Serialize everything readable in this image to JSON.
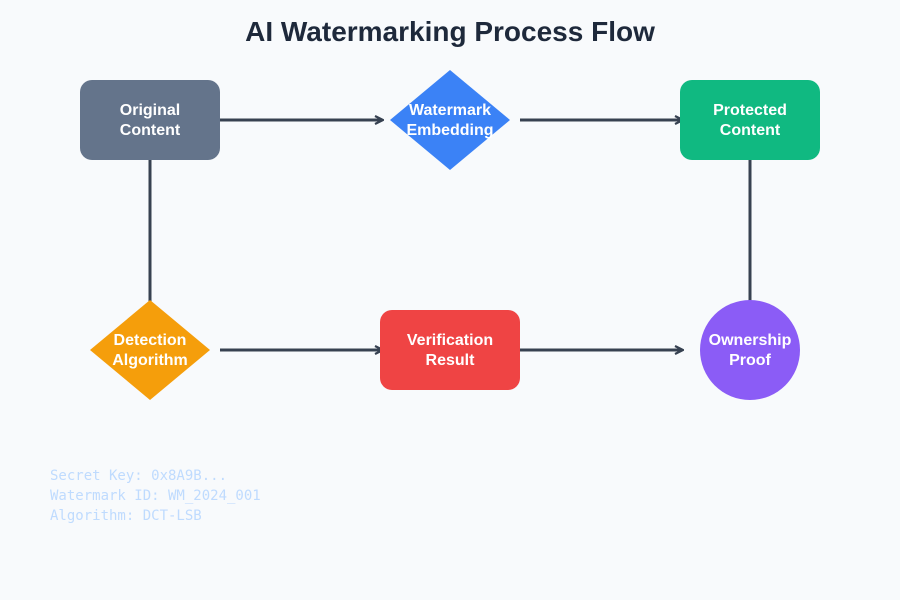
{
  "title": "AI Watermarking Process Flow",
  "nodes": [
    {
      "id": "original",
      "shape": "rounded-rect",
      "color": "#64748b",
      "lines": [
        "Original",
        "Content"
      ]
    },
    {
      "id": "embedding",
      "shape": "diamond",
      "color": "#3b82f6",
      "lines": [
        "Watermark",
        "Embedding"
      ]
    },
    {
      "id": "protected",
      "shape": "rounded-rect",
      "color": "#10b981",
      "lines": [
        "Protected",
        "Content"
      ]
    },
    {
      "id": "detection",
      "shape": "diamond",
      "color": "#f59e0b",
      "lines": [
        "Detection",
        "Algorithm"
      ]
    },
    {
      "id": "verification",
      "shape": "rounded-rect",
      "color": "#ef4444",
      "lines": [
        "Verification",
        "Result"
      ]
    },
    {
      "id": "ownership",
      "shape": "circle",
      "color": "#8b5cf6",
      "lines": [
        "Ownership",
        "Proof"
      ]
    }
  ],
  "edges": [
    {
      "from": "original",
      "to": "embedding"
    },
    {
      "from": "embedding",
      "to": "protected"
    },
    {
      "from": "original",
      "to": "detection"
    },
    {
      "from": "protected",
      "to": "ownership"
    },
    {
      "from": "detection",
      "to": "verification"
    },
    {
      "from": "verification",
      "to": "ownership"
    }
  ],
  "edge_color": "#374151",
  "metadata": [
    "Secret Key: 0x8A9B...",
    "Watermark ID: WM_2024_001",
    "Algorithm: DCT-LSB"
  ]
}
